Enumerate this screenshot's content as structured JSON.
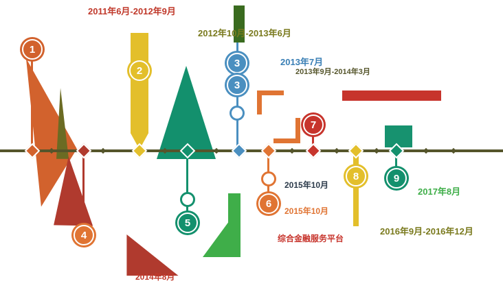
{
  "milestones": [
    {
      "num": "1",
      "date": "2011年6月-2012年9月",
      "color": "#d2622d"
    },
    {
      "num": "2",
      "date": "2012年10月-2013年6月",
      "color": "#e3bf2b"
    },
    {
      "num": "3",
      "date": "2013年7月",
      "sub_date": "2013年9月-2014年3月",
      "color": "#4a8fc0"
    },
    {
      "num": "4",
      "date": "2014年8月",
      "color": "#e07433"
    },
    {
      "num": "5",
      "date": "",
      "color": "#13906d"
    },
    {
      "num": "6",
      "date_top": "2015年10月",
      "date_bottom": "2015年10月",
      "desc": "综合金融服务平台",
      "color": "#e07433"
    },
    {
      "num": "7",
      "date": "",
      "color": "#c7342c"
    },
    {
      "num": "8",
      "date": "2016年9月-2016年12月",
      "color": "#e3bf2b"
    },
    {
      "num": "9",
      "date": "2017年8月",
      "color": "#3fae49"
    }
  ],
  "palette": {
    "axis": "#55552b",
    "orange": "#d2622d",
    "bright_orange": "#e07433",
    "dark_red": "#b03a2e",
    "red": "#c7342c",
    "yellow": "#e3bf2b",
    "olive": "#6b6b23",
    "teal": "#13906d",
    "green": "#3fae49",
    "dark_green": "#3a6b1f",
    "blue": "#4a8fc0"
  }
}
